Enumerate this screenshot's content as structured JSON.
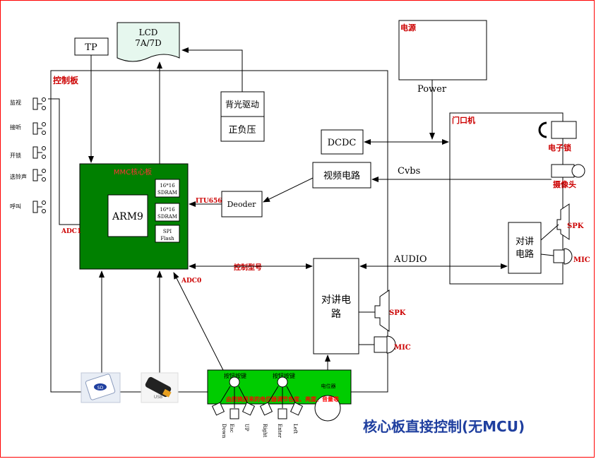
{
  "labels": {
    "tp": "TP",
    "lcd_line1": "LCD",
    "lcd_line2": "7A/7D",
    "power_panel": "电源",
    "power": "Power",
    "control_board": "控制板",
    "backlight_drive": "背光驱动",
    "positive_negative_voltage": "正负压",
    "dcdc": "DCDC",
    "door_unit": "门口机",
    "video_circuit": "视频电路",
    "cvbs": "Cvbs",
    "electric_lock": "电子锁",
    "camera": "摄像头",
    "core_board": "MMC核心板",
    "arm9": "ARM9",
    "sdram1_line1": "16*16",
    "sdram1_line2": "SDRAM",
    "sdram2_line1": "16*16",
    "sdram2_line2": "SDRAM",
    "spi_line1": "SPI",
    "spi_line2": "Flash",
    "itu656": "ITU656",
    "decoder": "Deoder",
    "adc1": "ADC1",
    "adc0": "ADC0",
    "control_signal": "控制型号",
    "audio": "AUDIO",
    "intercom_door_line1": "对讲",
    "intercom_door_line2": "电路",
    "spk_door": "SPK",
    "mic_door": "MIC",
    "intercom_main_line1": "对讲电",
    "intercom_main_line2": "路",
    "spk_main": "SPK",
    "mic_main": "MIC",
    "btn_monitor": "监视",
    "btn_answer": "接听",
    "btn_unlock": "开锁",
    "btn_ringtone": "选铃声",
    "btn_call": "呼叫",
    "key_group1": "按钮按键",
    "key_group2": "按钮按键",
    "potentiometer": "电位器",
    "key_note": "由按换原来的电位器调节色度、亮度、音量等",
    "key_down": "Down",
    "key_esc": "Esc",
    "key_up": "UP",
    "key_right": "Right",
    "key_enter": "Enter",
    "key_left": "Left",
    "sd_label": "SD",
    "usb_label": "USB",
    "title": "核心板直接控制(无MCU)"
  },
  "colors": {
    "core_board": "#008000",
    "key_board": "#00cc00",
    "red_text": "#cc0000",
    "title": "#1f3f9f",
    "lcd_fill": "#e6f7ee"
  }
}
